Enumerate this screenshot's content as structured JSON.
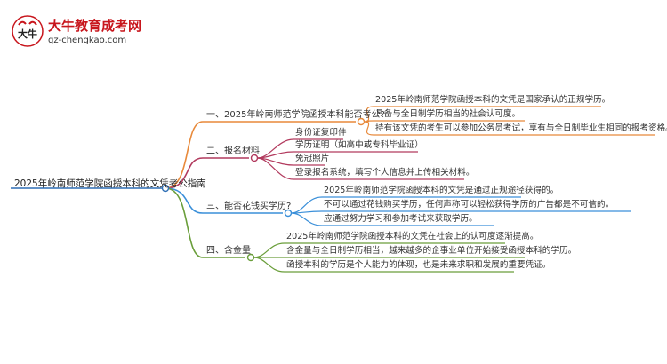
{
  "logo": {
    "badge_text": "大牛",
    "title": "大牛教育成考网",
    "url": "gz-chengkao.com"
  },
  "mindmap": {
    "root": "2025年岭南师范学院函授本科的文凭考公指南",
    "branches": [
      {
        "label": "一、2025年岭南师范学院函授本科能否考公?",
        "color": "#e8893a",
        "children": [
          "2025年岭南师范学院函授本科的文凭是国家承认的正规学历。",
          "具备与全日制学历相当的社会认可度。",
          "持有该文凭的考生可以参加公务员考试，享有与全日制毕业生相同的报考资格。"
        ]
      },
      {
        "label": "二、报名材料",
        "color": "#b23a5e",
        "children": [
          "身份证复印件",
          "学历证明（如高中或专科毕业证）",
          "免冠照片",
          "登录报名系统，填写个人信息并上传相关材料。"
        ]
      },
      {
        "label": "三、能否花钱买学历?",
        "color": "#3a8fd9",
        "children": [
          "2025年岭南师范学院函授本科的文凭是通过正规途径获得的。",
          "不可以通过花钱购买学历，任何声称可以轻松获得学历的广告都是不可信的。",
          "应通过努力学习和参加考试来获取学历。"
        ]
      },
      {
        "label": "四、含金量",
        "color": "#6a9e3a",
        "children": [
          "2025年岭南师范学院函授本科的文凭在社会上的认可度逐渐提高。",
          "含金量与全日制学历相当，越来越多的企事业单位开始接受函授本科的学历。",
          "函授本科的学历是个人能力的体现，也是未来求职和发展的重要凭证。"
        ]
      }
    ]
  }
}
